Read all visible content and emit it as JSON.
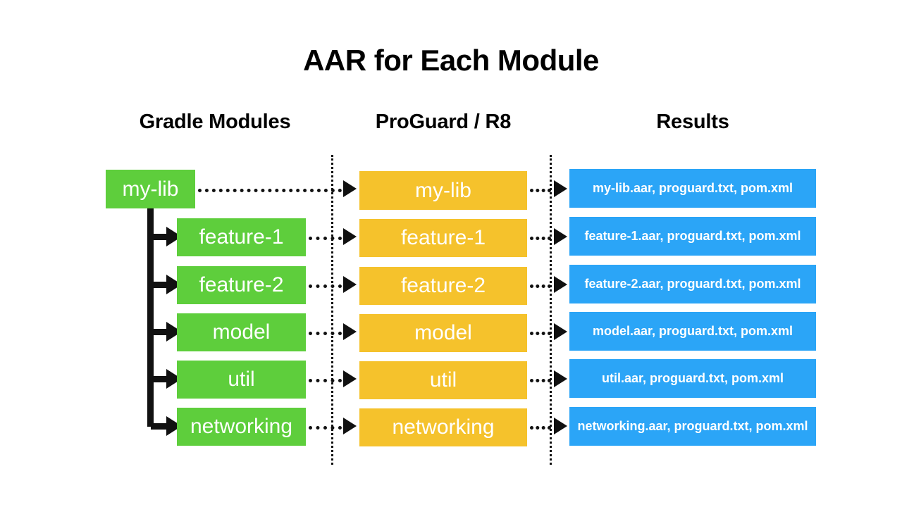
{
  "diagram": {
    "title": "AAR for Each Module",
    "columns": [
      {
        "id": "gradle-modules",
        "label": "Gradle Modules"
      },
      {
        "id": "proguard-r8",
        "label": "ProGuard / R8"
      },
      {
        "id": "results",
        "label": "Results"
      }
    ],
    "colors": {
      "module_green": "#5ECE3C",
      "proguard_orange": "#F5C22C",
      "result_blue": "#2BA5F7",
      "line_black": "#111111",
      "background": "#FFFFFF",
      "box_text": "#FFFFFF",
      "heading_text": "#000000"
    },
    "rows": [
      {
        "module": "my-lib",
        "proguard": "my-lib",
        "result": "my-lib.aar, proguard.txt, pom.xml",
        "is_root": true
      },
      {
        "module": "feature-1",
        "proguard": "feature-1",
        "result": "feature-1.aar, proguard.txt, pom.xml",
        "is_root": false
      },
      {
        "module": "feature-2",
        "proguard": "feature-2",
        "result": "feature-2.aar, proguard.txt, pom.xml",
        "is_root": false
      },
      {
        "module": "model",
        "proguard": "model",
        "result": "model.aar, proguard.txt, pom.xml",
        "is_root": false
      },
      {
        "module": "util",
        "proguard": "util",
        "result": "util.aar, proguard.txt, pom.xml",
        "is_root": false
      },
      {
        "module": "networking",
        "proguard": "networking",
        "result": "networking.aar, proguard.txt, pom.xml",
        "is_root": false
      }
    ]
  }
}
